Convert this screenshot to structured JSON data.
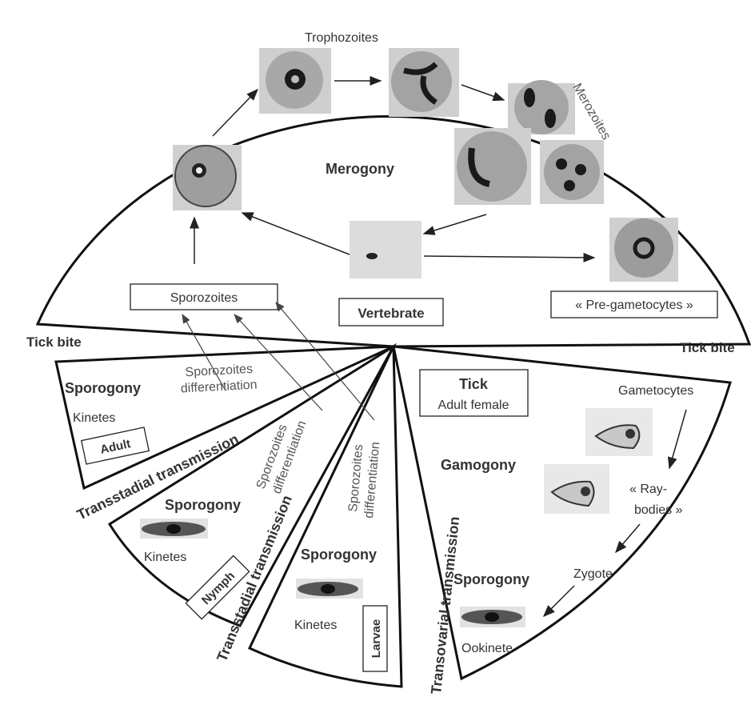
{
  "labels": {
    "trophozoites": "Trophozoites",
    "merozoites": "Merozoites",
    "merogony": "Merogony",
    "sporozoites": "Sporozoites",
    "vertebrate": "Vertebrate",
    "pre_gametocytes": "« Pre-gametocytes »",
    "tick_bite_left": "Tick bite",
    "tick_bite_right": "Tick bite",
    "sporozoites_differentiation_1a": "Sporozoites",
    "sporozoites_differentiation_1b": "differentiation",
    "sporozoites_differentiation_2a": "Sporozoites",
    "sporozoites_differentiation_2b": "differentiation",
    "sporozoites_differentiation_3a": "Sporozoites",
    "sporozoites_differentiation_3b": "differentiation",
    "sporogony_adult": "Sporogony",
    "kinetes_adult": "Kinetes",
    "adult": "Adult",
    "transstadial_1": "Transstadial transmission",
    "sporogony_nymph": "Sporogony",
    "kinetes_nymph": "Kinetes",
    "nymph": "Nymph",
    "transstadial_2": "Transstadial transmission",
    "sporogony_larvae": "Sporogony",
    "kinetes_larvae": "Kinetes",
    "larvae": "Larvae",
    "transovarial": "Transovarial transmission",
    "tick": "Tick",
    "adult_female": "Adult female",
    "gametocytes": "Gametocytes",
    "gamogony": "Gamogony",
    "ray_bodies_1": "« Ray-",
    "ray_bodies_2": "bodies »",
    "zygote": "Zygote",
    "sporogony_tick": "Sporogony",
    "ookinete": "Ookinete"
  },
  "colors": {
    "outline": "#111111",
    "cell_gray": "#b8b8b8",
    "cell_dark": "#1e1e1e",
    "micro_bg": "#e6e6e6"
  }
}
